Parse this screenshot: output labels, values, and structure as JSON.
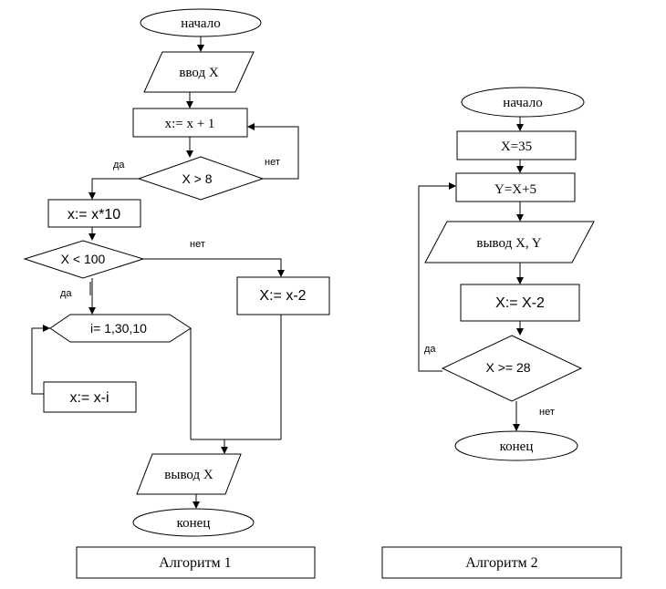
{
  "algorithm1": {
    "start": "начало",
    "input": "ввод X",
    "increment": "x:= x + 1",
    "cond1": "X > 8",
    "cond1_no": "нет",
    "cond1_yes": "да",
    "multiply": "x:= x*10",
    "cond2": "X < 100",
    "cond2_no": "нет",
    "cond2_yes": "да",
    "decrement": "X:= x-2",
    "loop": "i= 1,30,10",
    "loop_body": "x:= x-i",
    "output": "вывод X",
    "end": "конец",
    "caption": "Алгоритм 1"
  },
  "algorithm2": {
    "start": "начало",
    "assign": "X=35",
    "compute": "Y=X+5",
    "output": "вывод X, Y",
    "decrement": "X:= X-2",
    "cond": "X >= 28",
    "cond_yes": "да",
    "cond_no": "нет",
    "end": "конец",
    "caption": "Алгоритм 2"
  }
}
